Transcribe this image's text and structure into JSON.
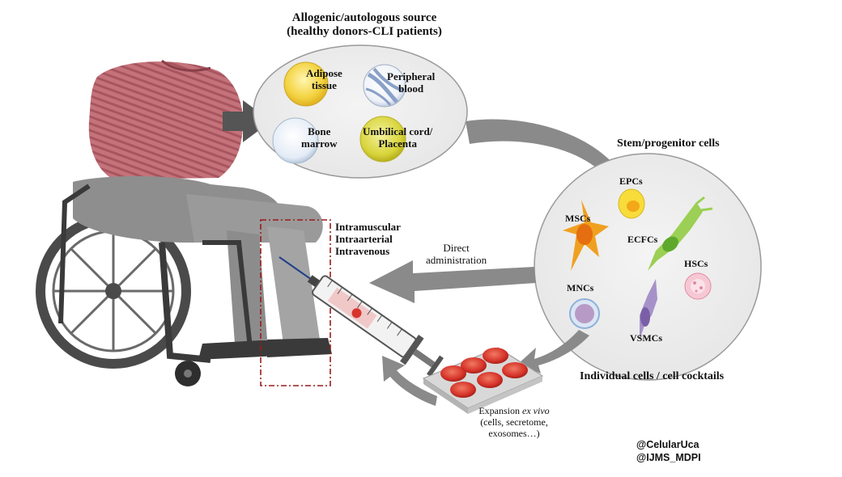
{
  "source": {
    "title_line1": "Allogenic/autologous source",
    "title_line2": "(healthy donors-CLI patients)",
    "adipose_line1": "Adipose",
    "adipose_line2": "tissue",
    "peripheral_line1": "Peripheral",
    "peripheral_line2": "blood",
    "bone_line1": "Bone",
    "bone_line2": "marrow",
    "umbilical_line1": "Umbilical cord/",
    "umbilical_line2": "Placenta"
  },
  "stem": {
    "title": "Stem/progenitor cells",
    "epcs": "EPCs",
    "mscs": "MSCs",
    "ecfcs": "ECFCs",
    "hscs": "HSCs",
    "mncs": "MNCs",
    "vsmcs": "VSMCs",
    "footer": "Individual cells / cell cocktails"
  },
  "routes": {
    "line1": "Intramuscular",
    "line2": "Intraarterial",
    "line3": "Intravenous"
  },
  "direct": {
    "line1": "Direct",
    "line2": "administration"
  },
  "expansion": {
    "line1_prefix": "Expansion ",
    "line1_italic": "ex vivo",
    "line2": "(cells, secretome,",
    "line3": "exosomes…)"
  },
  "credits": {
    "line1": "@CelularUca",
    "line2": "@IJMS_MDPI"
  },
  "colors": {
    "arrow": "#8a8a8a",
    "ellipse_fill": "#eeeeee",
    "dashed_box": "#9b1b1b",
    "shirt": "#c4737a",
    "dish_red": "#d7352b",
    "adipose": "#f3d23f",
    "umbilical": "#d8d43a",
    "msc": "#f0a020",
    "ecfc": "#8fc94a",
    "vsmc": "#9a86c0",
    "mnc": "#b79ac6",
    "hsc": "#f2b7c6"
  }
}
